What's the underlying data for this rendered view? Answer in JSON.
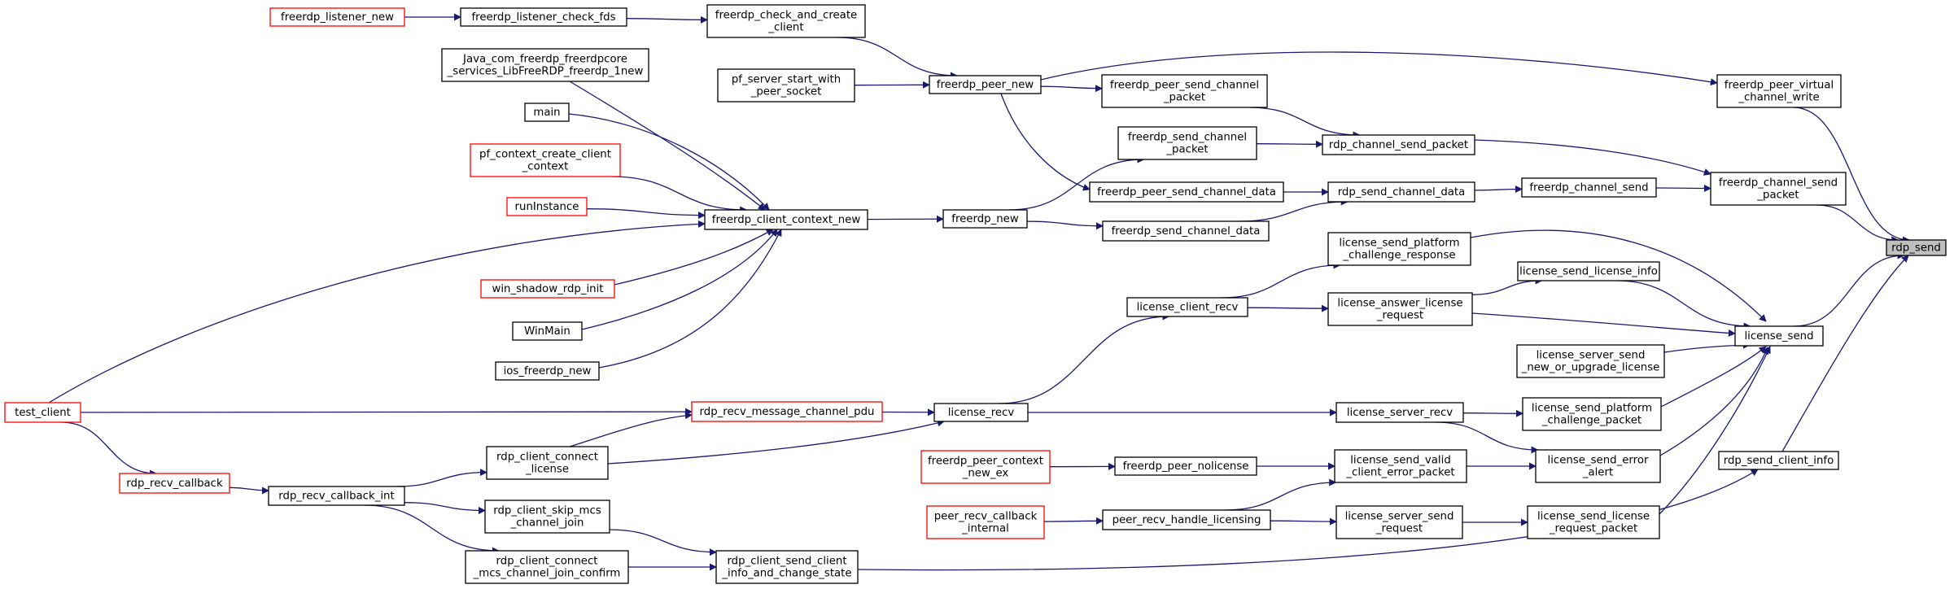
{
  "colors": {
    "edge": "#191970",
    "node_border": "#000000",
    "node_border_incomplete": "#ff0000",
    "target_fill": "#bfbfbf",
    "background": "#ffffff"
  },
  "nodes": [
    {
      "id": "rdp_send",
      "lines": [
        "rdp_send"
      ],
      "target": true
    },
    {
      "id": "freerdp_peer_virtual_channel_write",
      "lines": [
        "freerdp_peer_virtual",
        "_channel_write"
      ]
    },
    {
      "id": "freerdp_channel_send_packet",
      "lines": [
        "freerdp_channel_send",
        "_packet"
      ]
    },
    {
      "id": "license_send",
      "lines": [
        "license_send"
      ]
    },
    {
      "id": "rdp_send_client_info",
      "lines": [
        "rdp_send_client_info"
      ]
    },
    {
      "id": "freerdp_peer_new",
      "lines": [
        "freerdp_peer_new"
      ]
    },
    {
      "id": "rdp_channel_send_packet",
      "lines": [
        "rdp_channel_send_packet"
      ]
    },
    {
      "id": "freerdp_peer_send_channel_packet",
      "lines": [
        "freerdp_peer_send_channel",
        "_packet"
      ]
    },
    {
      "id": "freerdp_send_channel_packet",
      "lines": [
        "freerdp_send_channel",
        "_packet"
      ]
    },
    {
      "id": "freerdp_channel_send",
      "lines": [
        "freerdp_channel_send"
      ]
    },
    {
      "id": "rdp_send_channel_data",
      "lines": [
        "rdp_send_channel_data"
      ]
    },
    {
      "id": "freerdp_peer_send_channel_data",
      "lines": [
        "freerdp_peer_send_channel_data"
      ]
    },
    {
      "id": "freerdp_send_channel_data",
      "lines": [
        "freerdp_send_channel_data"
      ]
    },
    {
      "id": "freerdp_new",
      "lines": [
        "freerdp_new"
      ]
    },
    {
      "id": "freerdp_client_context_new",
      "lines": [
        "freerdp_client_context_new"
      ]
    },
    {
      "id": "freerdp_check_and_create_client",
      "lines": [
        "freerdp_check_and_create",
        "_client"
      ]
    },
    {
      "id": "freerdp_listener_check_fds",
      "lines": [
        "freerdp_listener_check_fds"
      ]
    },
    {
      "id": "freerdp_listener_new",
      "lines": [
        "freerdp_listener_new"
      ],
      "incomplete": true
    },
    {
      "id": "pf_server_start_with_peer_socket",
      "lines": [
        "pf_server_start_with",
        "_peer_socket"
      ]
    },
    {
      "id": "java_lib",
      "lines": [
        "Java_com_freerdp_freerdpcore",
        "_services_LibFreeRDP_freerdp_1new"
      ]
    },
    {
      "id": "main",
      "lines": [
        "main"
      ]
    },
    {
      "id": "pf_context_create_client_context",
      "lines": [
        "pf_context_create_client",
        "_context"
      ],
      "incomplete": true
    },
    {
      "id": "runInstance",
      "lines": [
        "runInstance"
      ],
      "incomplete": true
    },
    {
      "id": "win_shadow_rdp_init",
      "lines": [
        "win_shadow_rdp_init"
      ],
      "incomplete": true
    },
    {
      "id": "WinMain",
      "lines": [
        "WinMain"
      ]
    },
    {
      "id": "ios_freerdp_new",
      "lines": [
        "ios_freerdp_new"
      ]
    },
    {
      "id": "test_client",
      "lines": [
        "test_client"
      ],
      "incomplete": true
    },
    {
      "id": "license_send_platform_challenge_response",
      "lines": [
        "license_send_platform",
        "_challenge_response"
      ]
    },
    {
      "id": "license_send_license_info",
      "lines": [
        "license_send_license_info"
      ]
    },
    {
      "id": "license_answer_license_request",
      "lines": [
        "license_answer_license",
        "_request"
      ]
    },
    {
      "id": "license_client_recv",
      "lines": [
        "license_client_recv"
      ]
    },
    {
      "id": "license_server_send_new_or_upgrade_license",
      "lines": [
        "license_server_send",
        "_new_or_upgrade_license"
      ]
    },
    {
      "id": "license_send_platform_challenge_packet",
      "lines": [
        "license_send_platform",
        "_challenge_packet"
      ]
    },
    {
      "id": "license_server_recv",
      "lines": [
        "license_server_recv"
      ]
    },
    {
      "id": "license_recv",
      "lines": [
        "license_recv"
      ]
    },
    {
      "id": "rdp_recv_message_channel_pdu",
      "lines": [
        "rdp_recv_message_channel_pdu"
      ],
      "incomplete": true
    },
    {
      "id": "rdp_client_connect_license",
      "lines": [
        "rdp_client_connect",
        "_license"
      ]
    },
    {
      "id": "license_send_error_alert",
      "lines": [
        "license_send_error",
        "_alert"
      ]
    },
    {
      "id": "license_send_valid_client_error_packet",
      "lines": [
        "license_send_valid",
        "_client_error_packet"
      ]
    },
    {
      "id": "freerdp_peer_nolicense",
      "lines": [
        "freerdp_peer_nolicense"
      ]
    },
    {
      "id": "freerdp_peer_context_new_ex",
      "lines": [
        "freerdp_peer_context",
        "_new_ex"
      ],
      "incomplete": true
    },
    {
      "id": "license_send_license_request_packet",
      "lines": [
        "license_send_license",
        "_request_packet"
      ]
    },
    {
      "id": "license_server_send_request",
      "lines": [
        "license_server_send",
        "_request"
      ]
    },
    {
      "id": "peer_recv_handle_licensing",
      "lines": [
        "peer_recv_handle_licensing"
      ]
    },
    {
      "id": "peer_recv_callback_internal",
      "lines": [
        "peer_recv_callback",
        "_internal"
      ],
      "incomplete": true
    },
    {
      "id": "rdp_recv_callback",
      "lines": [
        "rdp_recv_callback"
      ],
      "incomplete": true
    },
    {
      "id": "rdp_recv_callback_int",
      "lines": [
        "rdp_recv_callback_int"
      ]
    },
    {
      "id": "rdp_client_skip_mcs_channel_join",
      "lines": [
        "rdp_client_skip_mcs",
        "_channel_join"
      ]
    },
    {
      "id": "rdp_client_connect_mcs_channel_join_confirm",
      "lines": [
        "rdp_client_connect",
        "_mcs_channel_join_confirm"
      ]
    },
    {
      "id": "rdp_client_send_client_info_and_change_state",
      "lines": [
        "rdp_client_send_client",
        "_info_and_change_state"
      ]
    }
  ],
  "edges": [
    [
      "freerdp_peer_virtual_channel_write",
      "rdp_send"
    ],
    [
      "freerdp_channel_send_packet",
      "rdp_send"
    ],
    [
      "license_send",
      "rdp_send"
    ],
    [
      "rdp_send_client_info",
      "rdp_send"
    ],
    [
      "freerdp_peer_new",
      "freerdp_peer_virtual_channel_write"
    ],
    [
      "rdp_channel_send_packet",
      "freerdp_channel_send_packet"
    ],
    [
      "freerdp_channel_send",
      "freerdp_channel_send_packet"
    ],
    [
      "freerdp_peer_send_channel_packet",
      "rdp_channel_send_packet"
    ],
    [
      "freerdp_send_channel_packet",
      "rdp_channel_send_packet"
    ],
    [
      "rdp_send_channel_data",
      "freerdp_channel_send"
    ],
    [
      "freerdp_peer_send_channel_data",
      "rdp_send_channel_data"
    ],
    [
      "freerdp_send_channel_data",
      "rdp_send_channel_data"
    ],
    [
      "freerdp_peer_new",
      "freerdp_peer_send_channel_packet"
    ],
    [
      "freerdp_peer_new",
      "freerdp_peer_send_channel_data"
    ],
    [
      "freerdp_new",
      "freerdp_send_channel_packet"
    ],
    [
      "freerdp_new",
      "freerdp_send_channel_data"
    ],
    [
      "freerdp_client_context_new",
      "freerdp_new"
    ],
    [
      "freerdp_check_and_create_client",
      "freerdp_peer_new"
    ],
    [
      "pf_server_start_with_peer_socket",
      "freerdp_peer_new"
    ],
    [
      "freerdp_listener_check_fds",
      "freerdp_check_and_create_client"
    ],
    [
      "freerdp_listener_new",
      "freerdp_listener_check_fds"
    ],
    [
      "java_lib",
      "freerdp_client_context_new"
    ],
    [
      "main",
      "freerdp_client_context_new"
    ],
    [
      "pf_context_create_client_context",
      "freerdp_client_context_new"
    ],
    [
      "runInstance",
      "freerdp_client_context_new"
    ],
    [
      "win_shadow_rdp_init",
      "freerdp_client_context_new"
    ],
    [
      "WinMain",
      "freerdp_client_context_new"
    ],
    [
      "ios_freerdp_new",
      "freerdp_client_context_new"
    ],
    [
      "test_client",
      "freerdp_client_context_new"
    ],
    [
      "license_send_platform_challenge_response",
      "license_send"
    ],
    [
      "license_send_license_info",
      "license_send"
    ],
    [
      "license_answer_license_request",
      "license_send"
    ],
    [
      "license_server_send_new_or_upgrade_license",
      "license_send"
    ],
    [
      "license_send_platform_challenge_packet",
      "license_send"
    ],
    [
      "license_send_error_alert",
      "license_send"
    ],
    [
      "license_send_license_request_packet",
      "license_send"
    ],
    [
      "license_answer_license_request",
      "license_send_license_info"
    ],
    [
      "license_client_recv",
      "license_send_platform_challenge_response"
    ],
    [
      "license_client_recv",
      "license_answer_license_request"
    ],
    [
      "license_recv",
      "license_client_recv"
    ],
    [
      "license_server_recv",
      "license_send_platform_challenge_packet"
    ],
    [
      "license_server_recv",
      "license_send_error_alert"
    ],
    [
      "license_recv",
      "license_server_recv"
    ],
    [
      "rdp_recv_message_channel_pdu",
      "license_recv"
    ],
    [
      "rdp_client_connect_license",
      "license_recv"
    ],
    [
      "test_client",
      "rdp_recv_message_channel_pdu"
    ],
    [
      "rdp_client_connect_license",
      "rdp_recv_message_channel_pdu"
    ],
    [
      "rdp_recv_callback_int",
      "rdp_client_connect_license"
    ],
    [
      "license_send_valid_client_error_packet",
      "license_send_error_alert"
    ],
    [
      "freerdp_peer_nolicense",
      "license_send_valid_client_error_packet"
    ],
    [
      "peer_recv_handle_licensing",
      "license_send_valid_client_error_packet"
    ],
    [
      "freerdp_peer_context_new_ex",
      "freerdp_peer_nolicense"
    ],
    [
      "license_server_send_request",
      "license_send_license_request_packet"
    ],
    [
      "peer_recv_handle_licensing",
      "license_server_send_request"
    ],
    [
      "peer_recv_callback_internal",
      "peer_recv_handle_licensing"
    ],
    [
      "test_client",
      "rdp_recv_callback"
    ],
    [
      "rdp_recv_callback",
      "rdp_recv_callback_int"
    ],
    [
      "rdp_recv_callback_int",
      "rdp_client_skip_mcs_channel_join"
    ],
    [
      "rdp_recv_callback_int",
      "rdp_client_connect_mcs_channel_join_confirm"
    ],
    [
      "rdp_client_skip_mcs_channel_join",
      "rdp_client_send_client_info_and_change_state"
    ],
    [
      "rdp_client_connect_mcs_channel_join_confirm",
      "rdp_client_send_client_info_and_change_state"
    ],
    [
      "rdp_client_send_client_info_and_change_state",
      "rdp_send_client_info"
    ]
  ]
}
